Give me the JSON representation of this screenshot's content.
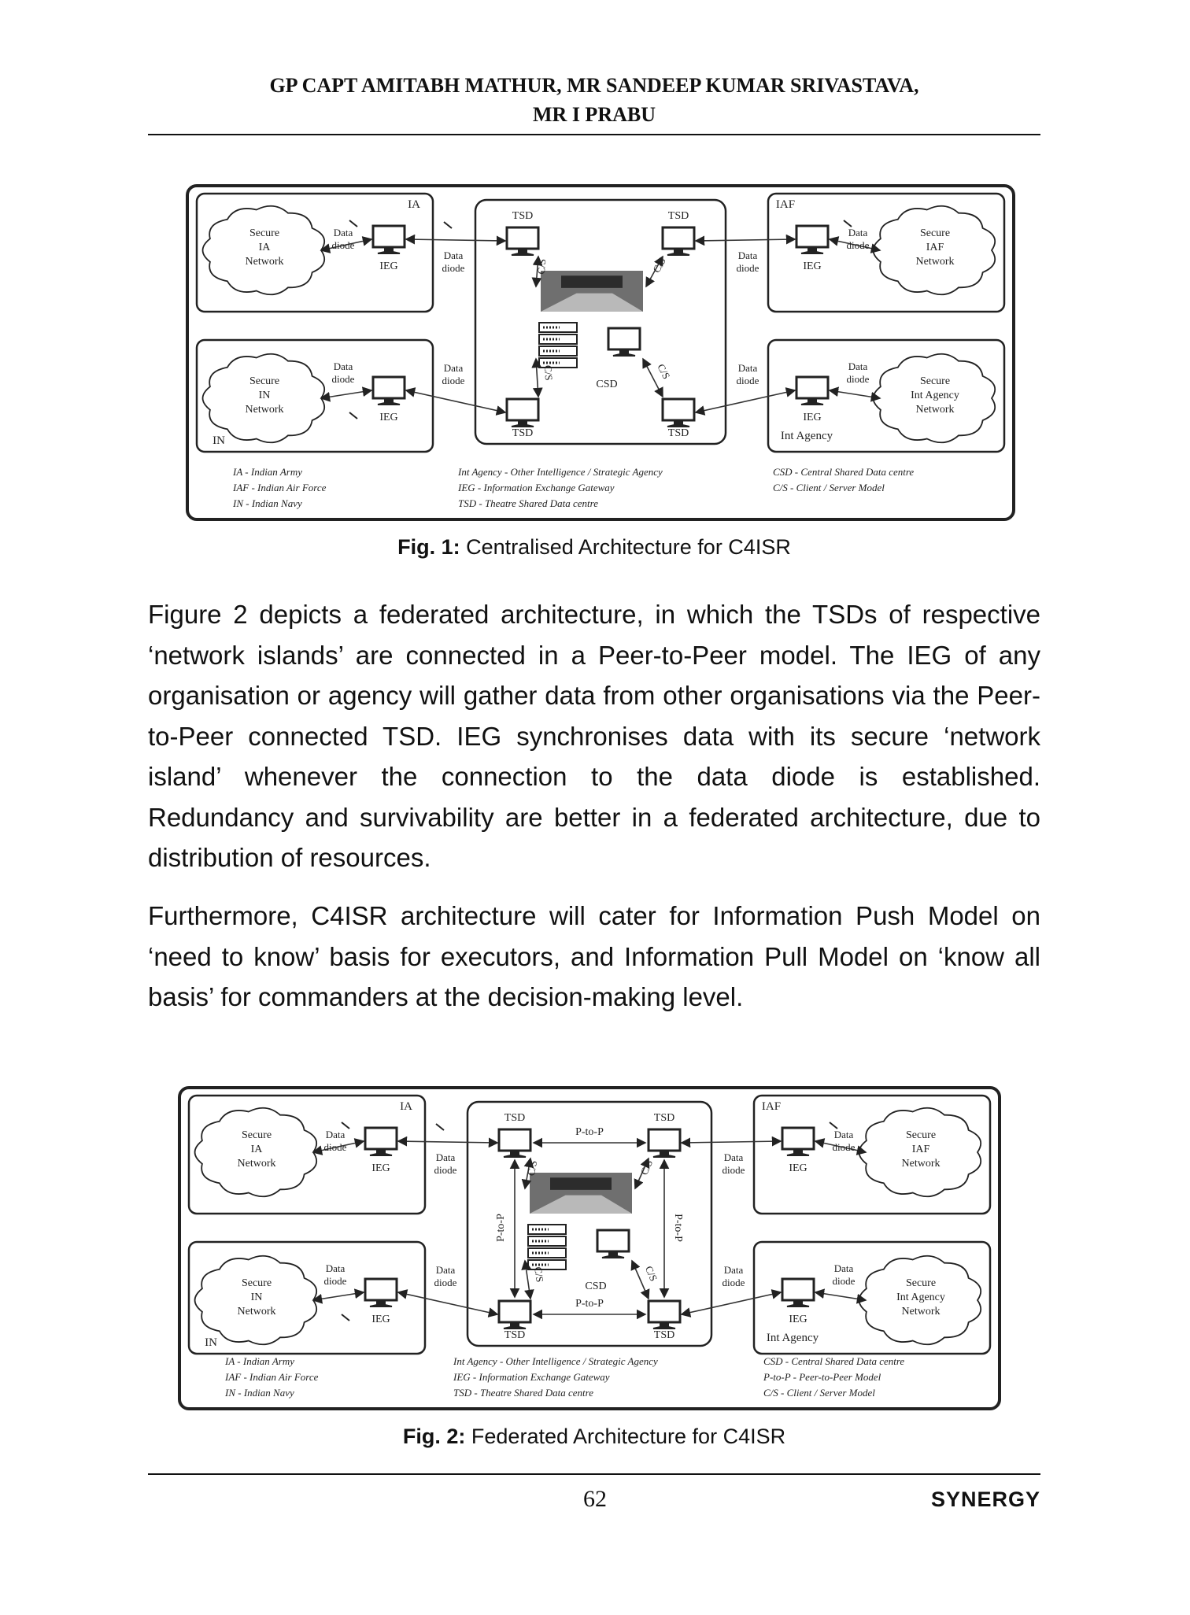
{
  "header": {
    "line1": "GP CAPT AMITABH MATHUR, MR SANDEEP KUMAR SRIVASTAVA,",
    "line2": "MR I PRABU"
  },
  "figure1": {
    "caption_label": "Fig. 1:",
    "caption_text": "Centralised Architecture for C4ISR",
    "labels": {
      "ia": "IA",
      "iaf": "IAF",
      "in": "IN",
      "int_agency": "Int Agency",
      "tsd": "TSD",
      "csd": "CSD",
      "ieg": "IEG",
      "cs": "C/S",
      "data": "Data",
      "diode": "diode",
      "secure": "Secure",
      "network": "Network",
      "ia_net": "IA",
      "iaf_net": "IAF",
      "in_net": "IN",
      "int_agency_net": "Int Agency"
    },
    "legend": [
      "IA - Indian Army",
      "IAF - Indian Air Force",
      "IN - Indian Navy",
      "Int Agency - Other Intelligence / Strategic Agency",
      "IEG - Information Exchange Gateway",
      "TSD - Theatre Shared Data centre",
      "CSD - Central Shared Data centre",
      "C/S - Client / Server Model"
    ]
  },
  "paragraphs": [
    "Figure 2 depicts a federated architecture, in which the TSDs of respective ‘network islands’ are connected in a Peer-to-Peer model. The IEG of any organisation or agency will gather data from other organisations via the Peer-to-Peer connected TSD. IEG synchronises data with its secure ‘network island’ whenever the connection to the data diode is established. Redundancy and survivability are better in a federated architecture, due to distribution of resources.",
    "Furthermore, C4ISR architecture will cater for Information Push Model on ‘need to know’ basis for executors, and Information Pull Model on ‘know all basis’ for commanders at the decision-making level."
  ],
  "figure2": {
    "caption_label": "Fig. 2:",
    "caption_text": "Federated Architecture for C4ISR",
    "labels": {
      "ia": "IA",
      "iaf": "IAF",
      "in": "IN",
      "int_agency": "Int Agency",
      "tsd": "TSD",
      "csd": "CSD",
      "ieg": "IEG",
      "cs": "C/S",
      "ptop": "P-to-P",
      "data": "Data",
      "diode": "diode",
      "secure": "Secure",
      "network": "Network",
      "ia_net": "IA",
      "iaf_net": "IAF",
      "in_net": "IN",
      "int_agency_net": "Int Agency"
    },
    "legend": [
      "IA - Indian Army",
      "IAF - Indian Air Force",
      "IN - Indian Navy",
      "Int Agency - Other Intelligence / Strategic Agency",
      "IEG - Information Exchange Gateway",
      "TSD - Theatre Shared Data centre",
      "CSD - Central Shared Data centre",
      "P-to-P - Peer-to-Peer Model",
      "C/S - Client / Server Model"
    ]
  },
  "footer": {
    "page_number": "62",
    "journal": "SYNERGY"
  }
}
